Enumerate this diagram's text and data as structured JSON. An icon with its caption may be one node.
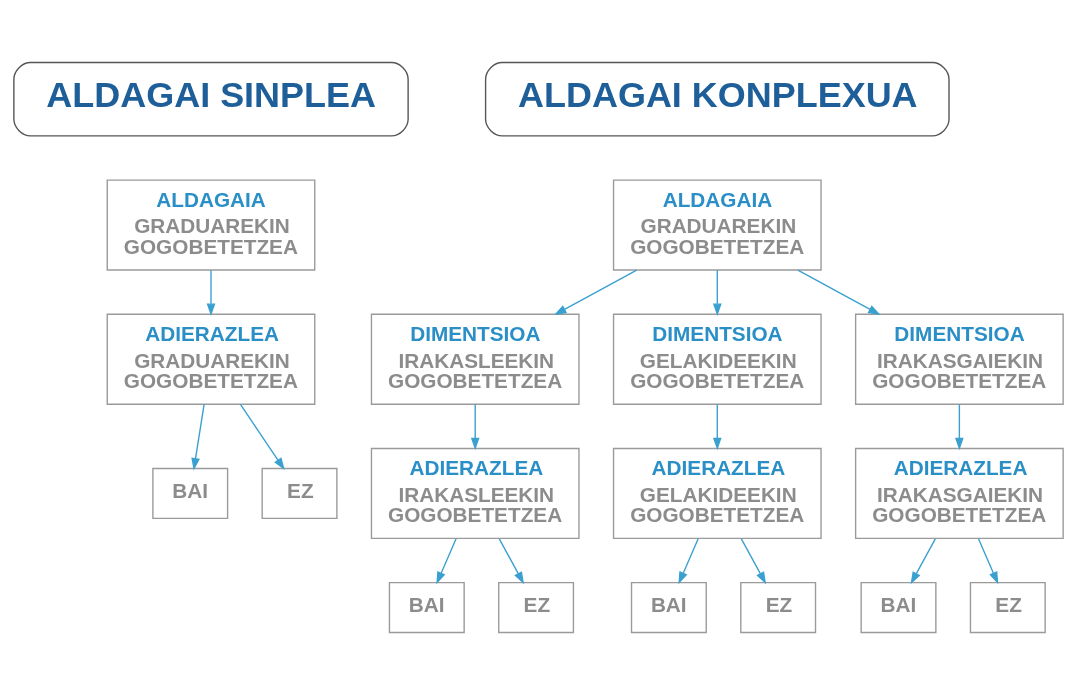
{
  "diagram": {
    "nodes": [
      {
        "text": [
          "ALDAGAI SINPLEA"
        ]
      },
      {
        "text": [
          "ALDAGAIA",
          "GRADUAREKIN GOGOBETETZEA"
        ]
      },
      {
        "text": [
          "ADIERAZLEA",
          "GRADUAREKIN GOGOBETETZEA"
        ]
      },
      {
        "text": [
          "BAI"
        ]
      },
      {
        "text": [
          "EZ"
        ]
      },
      {
        "text": [
          "ALDAGAI KONPLEXUA"
        ]
      },
      {
        "text": [
          "ALDAGAIA",
          "GRADUAREKIN GOGOBETETZEA"
        ]
      },
      {
        "text": [
          "DIMENTSIOA",
          "IRAKASLEEKIN GOGOBETETZEA"
        ]
      },
      {
        "text": [
          "DIMENTSIOA",
          "GELAKIDEEKIN GOGOBETETZEA"
        ]
      },
      {
        "text": [
          "DIMENTSIOA",
          "IRAKASGAIEKIN GOGOBETETZEA"
        ]
      },
      {
        "text": [
          "ADIERAZLEA",
          "IRAKASLEEKIN GOGOBETETZEA"
        ]
      },
      {
        "text": [
          "ADIERAZLEA",
          "GELAKIDEEKIN GOGOBETETZEA"
        ]
      },
      {
        "text": [
          "ADIERAZLEA",
          "IRAKASGAIEKIN GOGOBETETZEA"
        ]
      },
      {
        "text": [
          "BAI"
        ]
      },
      {
        "text": [
          "EZ"
        ]
      },
      {
        "text": [
          "BAI"
        ]
      },
      {
        "text": [
          "EZ"
        ]
      },
      {
        "text": [
          "BAI"
        ]
      },
      {
        "text": [
          "EZ"
        ]
      }
    ],
    "edges": [
      {
        "from": 1,
        "to": 2,
        "arrow": "to"
      },
      {
        "from": 2,
        "to": 3,
        "arrow": "to"
      },
      {
        "from": 2,
        "to": 4,
        "arrow": "to"
      },
      {
        "from": 6,
        "to": 7,
        "arrow": "to"
      },
      {
        "from": 6,
        "to": 8,
        "arrow": "to"
      },
      {
        "from": 6,
        "to": 9,
        "arrow": "to"
      },
      {
        "from": 7,
        "to": 10,
        "arrow": "to"
      },
      {
        "from": 8,
        "to": 11,
        "arrow": "to"
      },
      {
        "from": 9,
        "to": 12,
        "arrow": "to"
      },
      {
        "from": 10,
        "to": 13,
        "arrow": "to"
      },
      {
        "from": 10,
        "to": 14,
        "arrow": "to"
      },
      {
        "from": 11,
        "to": 15,
        "arrow": "to"
      },
      {
        "from": 11,
        "to": 16,
        "arrow": "to"
      },
      {
        "from": 12,
        "to": 17,
        "arrow": "to"
      },
      {
        "from": 12,
        "to": 18,
        "arrow": "to"
      }
    ]
  }
}
